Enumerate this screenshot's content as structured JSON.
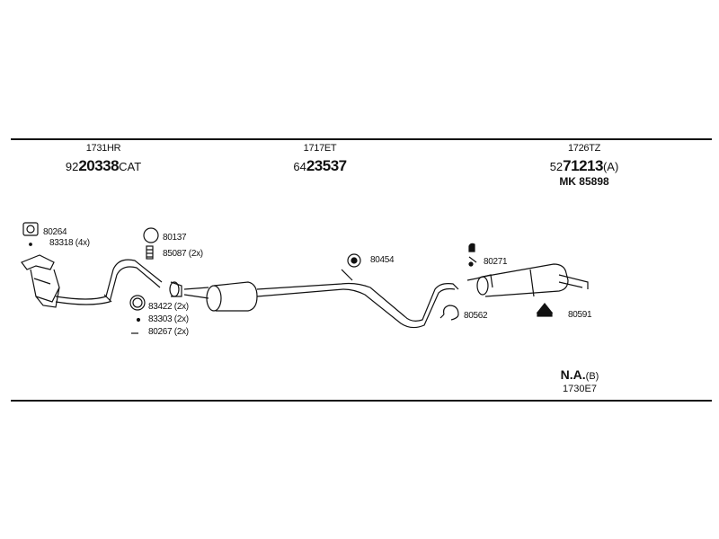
{
  "groups": [
    {
      "code": "1731HR",
      "prefix": "92",
      "bold": "20338",
      "suffix": "CAT",
      "extra": ""
    },
    {
      "code": "1717ET",
      "prefix": "64",
      "bold": "23537",
      "suffix": "",
      "extra": ""
    },
    {
      "code": "1726TZ",
      "prefix": "52",
      "bold": "71213",
      "suffix": "(A)",
      "extra": "MK 85898"
    }
  ],
  "parts": {
    "p80264": "80264",
    "p83318": "83318 (4x)",
    "p80137": "80137",
    "p85087": "85087 (2x)",
    "p83422": "83422 (2x)",
    "p83303": "83303 (2x)",
    "p80267": "80267 (2x)",
    "p80454": "80454",
    "p80271": "80271",
    "p80562": "80562",
    "p80591": "80591"
  },
  "footer": {
    "na": "N.A.",
    "na_suffix": "(B)",
    "code": "1730E7"
  }
}
